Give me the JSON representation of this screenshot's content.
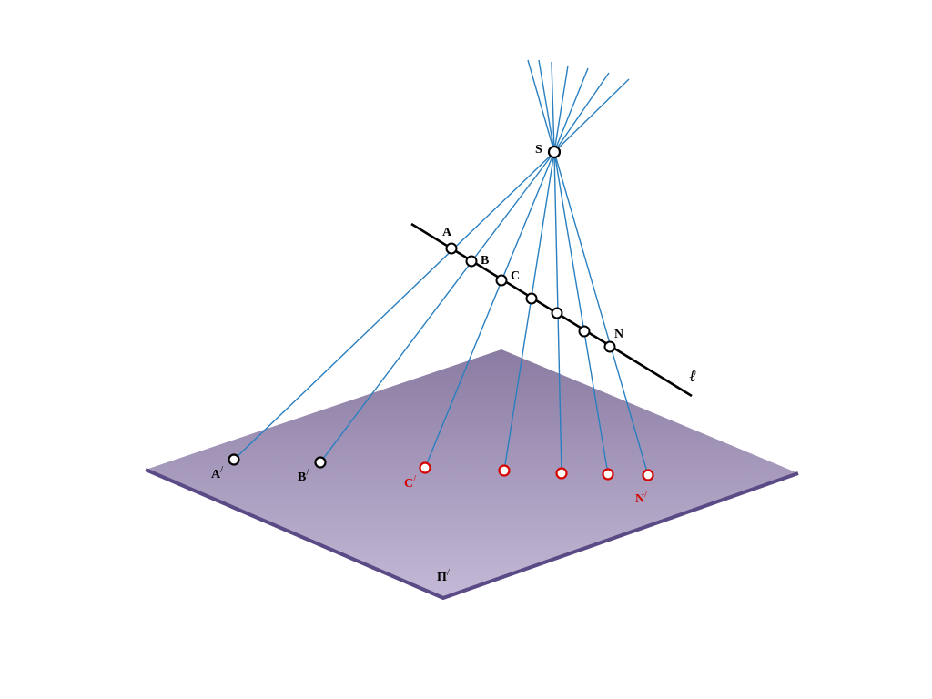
{
  "labels": {
    "center": "S",
    "line_name": "ℓ",
    "plane_name": "Π",
    "points_on_line": {
      "a": "A",
      "b": "B",
      "c": "C",
      "n": "N"
    },
    "projections": {
      "a": "A",
      "b": "B",
      "c": "C",
      "n": "N"
    },
    "prime_mark": "/"
  },
  "colors": {
    "rays": "#2a7fc0",
    "plane_top": "#8a7ba2",
    "plane_bottom": "#c4b9d6",
    "plane_edge": "#5a4a85",
    "line": "#000000",
    "projection_black": "#000000",
    "projection_red": "#d60000",
    "label_red": "#d60000",
    "point_fill": "#ffffff"
  }
}
